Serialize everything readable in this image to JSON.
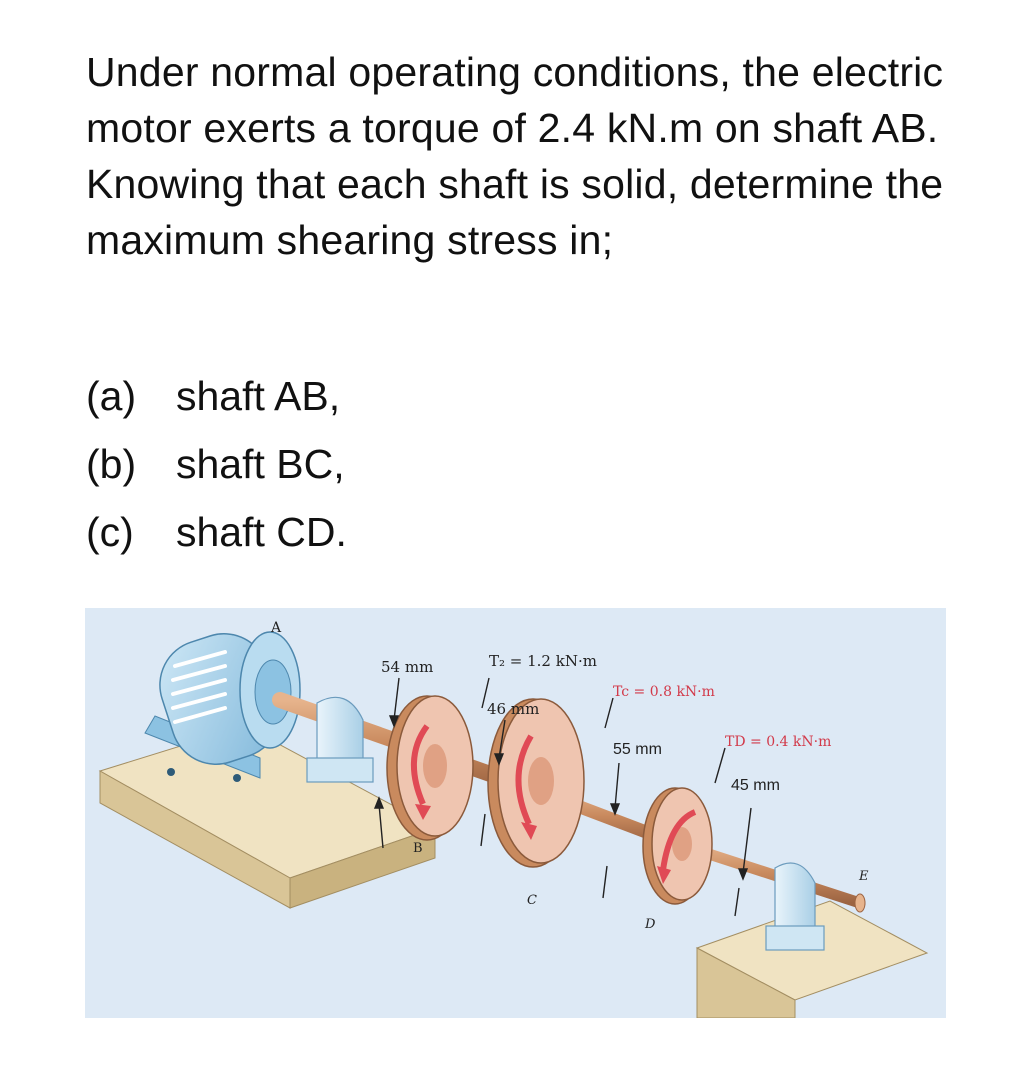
{
  "problem": {
    "statement": "Under normal operating conditions, the electric motor exerts a torque of 2.4 kN.m on shaft AB. Knowing that each shaft is solid, determine the maximum shearing stress in;",
    "parts": [
      {
        "mark": "(a)",
        "text": "shaft AB,"
      },
      {
        "mark": "(b)",
        "text": "shaft BC,"
      },
      {
        "mark": "(c)",
        "text": "shaft CD."
      }
    ]
  },
  "figure": {
    "points": {
      "A": "A",
      "B": "B",
      "C": "C",
      "D": "D",
      "E": "E"
    },
    "dims": {
      "ab": "54 mm",
      "bc": "46 mm",
      "cd": "55 mm",
      "de": "45 mm"
    },
    "torques": {
      "tb": "T₂ = 1.2 kN·m",
      "tc": "Tc = 0.8 kN·m",
      "td": "TD = 0.4 kN·m"
    },
    "colors": {
      "background": "#dde9f5",
      "shaft": "#c98a5e",
      "gear": "#e6ad94",
      "arrow": "#e04a55",
      "base": "#eadbb5",
      "bearing": "#cfe6f3",
      "motor": "#a9d2ea"
    }
  }
}
